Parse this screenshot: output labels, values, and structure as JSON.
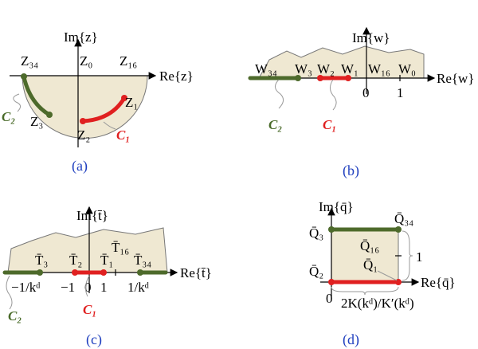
{
  "panel_a": {
    "caption": "(a)",
    "im": "Im{z}",
    "re": "Re{z}",
    "z34": "Z₃₄",
    "z0": "Z₀",
    "z16": "Z₁₆",
    "z1": "Z₁",
    "z2": "Z₂",
    "z3": "Z₃",
    "c1": "C₁",
    "c2": "C₂"
  },
  "panel_b": {
    "caption": "(b)",
    "im": "Im{w}",
    "re": "Re{w}",
    "w34": "W₃₄",
    "w3": "W₃",
    "w2": "W₂",
    "w1": "W₁",
    "w16": "W₁₆",
    "w0": "W₀",
    "zero": "0",
    "one": "1",
    "c1": "C₁",
    "c2": "C₂"
  },
  "panel_c": {
    "caption": "(c)",
    "im": "Im{t̄}",
    "re": "Re{t̄}",
    "t3": "T̄₃",
    "t2": "T̄₂",
    "t1": "T̄₁",
    "t16": "T̄₁₆",
    "t34": "T̄₃₄",
    "m1k": "−1/kᵈ",
    "m1": "−1",
    "zero": "0",
    "one": "1",
    "p1k": "1/kᵈ",
    "c1": "C₁",
    "c2": "C₂"
  },
  "panel_d": {
    "caption": "(d)",
    "im": "Im{q̄}",
    "re": "Re{q̄}",
    "q3": "Q̄₃",
    "q34": "Q̄₃₄",
    "q16": "Q̄₁₆",
    "q1": "Q̄₁",
    "q2": "Q̄₂",
    "zero": "0",
    "one": "1",
    "width": "2K(kᵈ)/K′(kᵈ)"
  },
  "colors": {
    "red": "#e02020",
    "green": "#4d6a2b",
    "region": "#efe8d2",
    "caption": "#1f3fbf"
  }
}
